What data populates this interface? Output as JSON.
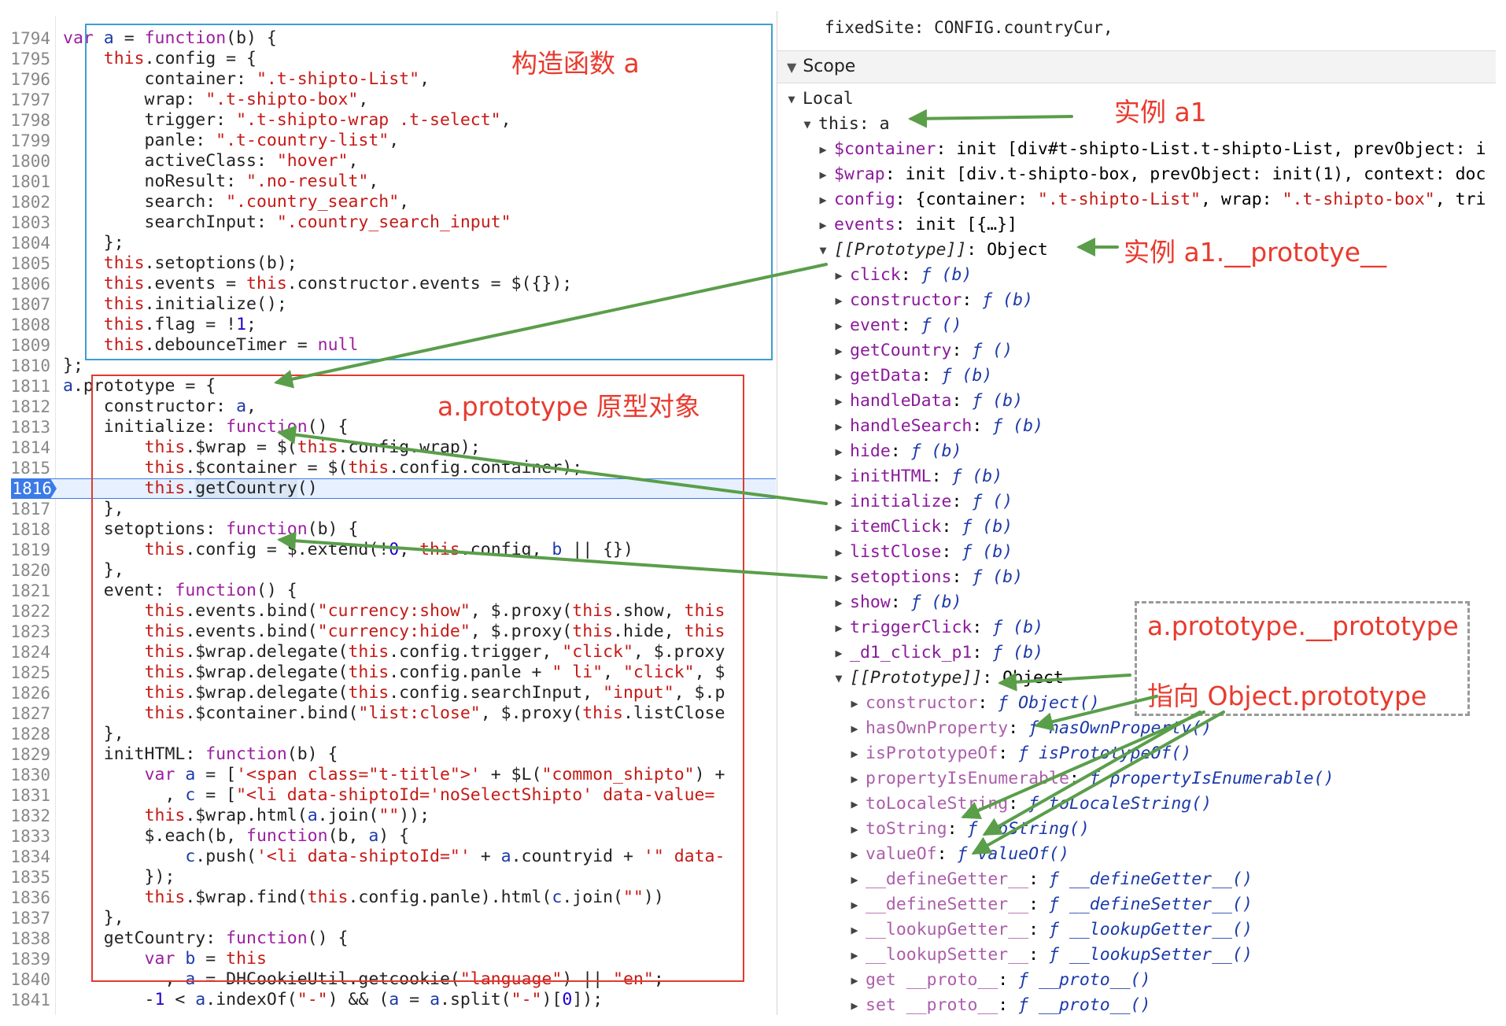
{
  "code_editor": {
    "lines": [
      {
        "n": "1794",
        "html": "<span class='kw'>var</span> <span class='id'>a</span> = <span class='kw'>function</span>(b) {"
      },
      {
        "n": "1795",
        "html": "    <span class='tk'>this</span>.config = {"
      },
      {
        "n": "1796",
        "html": "        container: <span class='st'>\".t-shipto-List\"</span>,"
      },
      {
        "n": "1797",
        "html": "        wrap: <span class='st'>\".t-shipto-box\"</span>,"
      },
      {
        "n": "1798",
        "html": "        trigger: <span class='st'>\".t-shipto-wrap .t-select\"</span>,"
      },
      {
        "n": "1799",
        "html": "        panle: <span class='st'>\".t-country-list\"</span>,"
      },
      {
        "n": "1800",
        "html": "        activeClass: <span class='st'>\"hover\"</span>,"
      },
      {
        "n": "1801",
        "html": "        noResult: <span class='st'>\".no-result\"</span>,"
      },
      {
        "n": "1802",
        "html": "        search: <span class='st'>\".country_search\"</span>,"
      },
      {
        "n": "1803",
        "html": "        searchInput: <span class='st'>\".country_search_input\"</span>"
      },
      {
        "n": "1804",
        "html": "    };"
      },
      {
        "n": "1805",
        "html": "    <span class='tk'>this</span>.setoptions(b);"
      },
      {
        "n": "1806",
        "html": "    <span class='tk'>this</span>.events = <span class='tk'>this</span>.constructor.events = $({});"
      },
      {
        "n": "1807",
        "html": "    <span class='tk'>this</span>.initialize();"
      },
      {
        "n": "1808",
        "html": "    <span class='tk'>this</span>.flag = !<span class='nm'>1</span>;"
      },
      {
        "n": "1809",
        "html": "    <span class='tk'>this</span>.debounceTimer = <span class='kw'>null</span>"
      },
      {
        "n": "1810",
        "html": "};"
      },
      {
        "n": "1811",
        "html": "<span class='id'>a</span>.prototype = {"
      },
      {
        "n": "1812",
        "html": "    constructor: <span class='id'>a</span>,"
      },
      {
        "n": "1813",
        "html": "    initialize: <span class='kw'>function</span>() {"
      },
      {
        "n": "1814",
        "html": "        <span class='tk'>this</span>.$wrap = $(<span class='tk'>this</span>.config.wrap);"
      },
      {
        "n": "1815",
        "html": "        <span class='tk'>this</span>.$container = $(<span class='tk'>this</span>.config.container);"
      },
      {
        "n": "1816",
        "html": "        <span class='tk'>this</span>.<span class='hl'>getCountry</span>()",
        "exec": true
      },
      {
        "n": "1817",
        "html": "    },"
      },
      {
        "n": "1818",
        "html": "    setoptions: <span class='kw'>function</span>(b) {"
      },
      {
        "n": "1819",
        "html": "        <span class='tk'>this</span>.config = $.extend(!<span class='nm'>0</span>, <span class='tk'>this</span>.config, <span class='id'>b</span> || {})"
      },
      {
        "n": "1820",
        "html": "    },"
      },
      {
        "n": "1821",
        "html": "    event: <span class='kw'>function</span>() {"
      },
      {
        "n": "1822",
        "html": "        <span class='tk'>this</span>.events.bind(<span class='st'>\"currency:show\"</span>, $.proxy(<span class='tk'>this</span>.show, <span class='tk'>this</span>"
      },
      {
        "n": "1823",
        "html": "        <span class='tk'>this</span>.events.bind(<span class='st'>\"currency:hide\"</span>, $.proxy(<span class='tk'>this</span>.hide, <span class='tk'>this</span>"
      },
      {
        "n": "1824",
        "html": "        <span class='tk'>this</span>.$wrap.delegate(<span class='tk'>this</span>.config.trigger, <span class='st'>\"click\"</span>, $.proxy"
      },
      {
        "n": "1825",
        "html": "        <span class='tk'>this</span>.$wrap.delegate(<span class='tk'>this</span>.config.panle + <span class='st'>\" li\"</span>, <span class='st'>\"click\"</span>, $"
      },
      {
        "n": "1826",
        "html": "        <span class='tk'>this</span>.$wrap.delegate(<span class='tk'>this</span>.config.searchInput, <span class='st'>\"input\"</span>, $.p"
      },
      {
        "n": "1827",
        "html": "        <span class='tk'>this</span>.$container.bind(<span class='st'>\"list:close\"</span>, $.proxy(<span class='tk'>this</span>.listClose"
      },
      {
        "n": "1828",
        "html": "    },"
      },
      {
        "n": "1829",
        "html": "    initHTML: <span class='kw'>function</span>(b) {"
      },
      {
        "n": "1830",
        "html": "        <span class='kw'>var</span> <span class='id'>a</span> = [<span class='st'>'&lt;span class=\"t-title\"&gt;'</span> + $L(<span class='st'>\"common_shipto\"</span>) +"
      },
      {
        "n": "1831",
        "html": "          , <span class='id'>c</span> = [<span class='st'>\"&lt;li data-shiptoId='noSelectShipto' data-value=</span>"
      },
      {
        "n": "1832",
        "html": "        <span class='tk'>this</span>.$wrap.html(<span class='id'>a</span>.join(<span class='st'>\"\"</span>));"
      },
      {
        "n": "1833",
        "html": "        $.each(b, <span class='kw'>function</span>(b, <span class='id'>a</span>) {"
      },
      {
        "n": "1834",
        "html": "            <span class='id'>c</span>.push(<span class='st'>'&lt;li data-shiptoId=\"'</span> + <span class='id'>a</span>.countryid + <span class='st'>'\" data-</span>"
      },
      {
        "n": "1835",
        "html": "        });"
      },
      {
        "n": "1836",
        "html": "        <span class='tk'>this</span>.$wrap.find(<span class='tk'>this</span>.config.panle).html(<span class='id'>c</span>.join(<span class='st'>\"\"</span>))"
      },
      {
        "n": "1837",
        "html": "    },"
      },
      {
        "n": "1838",
        "html": "    getCountry: <span class='kw'>function</span>() {"
      },
      {
        "n": "1839",
        "html": "        <span class='kw'>var</span> <span class='id'>b</span> = <span class='tk'>this</span>"
      },
      {
        "n": "1840",
        "html": "          , <span class='id'>a</span> = DHCookieUtil.getcookie(<span class='st'>\"language\"</span>) || <span class='st'>\"en\"</span>;"
      },
      {
        "n": "1841",
        "html": "        -<span class='nm'>1</span> &lt; <span class='id'>a</span>.indexOf(<span class='st'>\"-\"</span>) &amp;&amp; (<span class='id'>a</span> = <span class='id'>a</span>.split(<span class='st'>\"-\"</span>)[<span class='nm'>0</span>]);"
      }
    ]
  },
  "debugger": {
    "top_line": "fixedSite: CONFIG.countryCur,",
    "scope_title": "Scope",
    "tree": [
      {
        "d": 0,
        "a": "▼",
        "t": "Local",
        "c": "v"
      },
      {
        "d": 1,
        "a": "▼",
        "t": "this: a",
        "c": "v"
      },
      {
        "d": 2,
        "a": "▶",
        "t": "<span class='k'>$container</span>: init [div#t-shipto-List.t-shipto-List, prevObject: i"
      },
      {
        "d": 2,
        "a": "▶",
        "t": "<span class='k'>$wrap</span>: init [div.t-shipto-box, prevObject: init(1), context: doc"
      },
      {
        "d": 2,
        "a": "▶",
        "t": "<span class='k'>config</span>: {container: <span class='vs'>\".t-shipto-List\"</span>, wrap: <span class='vs'>\".t-shipto-box\"</span>, tri"
      },
      {
        "d": 2,
        "a": "▶",
        "t": "<span class='k'>events</span>: init [{…}]"
      },
      {
        "d": 2,
        "a": "▼",
        "t": "<span class='kd fi'>[[Prototype]]</span>: Object"
      },
      {
        "d": 3,
        "a": "▶",
        "t": "<span class='k'>click</span>: <span class='f'>ƒ (b)</span>"
      },
      {
        "d": 3,
        "a": "▶",
        "t": "<span class='k'>constructor</span>: <span class='f'>ƒ (b)</span>"
      },
      {
        "d": 3,
        "a": "▶",
        "t": "<span class='k'>event</span>: <span class='f'>ƒ ()</span>"
      },
      {
        "d": 3,
        "a": "▶",
        "t": "<span class='k'>getCountry</span>: <span class='f'>ƒ ()</span>"
      },
      {
        "d": 3,
        "a": "▶",
        "t": "<span class='k'>getData</span>: <span class='f'>ƒ (b)</span>"
      },
      {
        "d": 3,
        "a": "▶",
        "t": "<span class='k'>handleData</span>: <span class='f'>ƒ (b)</span>"
      },
      {
        "d": 3,
        "a": "▶",
        "t": "<span class='k'>handleSearch</span>: <span class='f'>ƒ (b)</span>"
      },
      {
        "d": 3,
        "a": "▶",
        "t": "<span class='k'>hide</span>: <span class='f'>ƒ (b)</span>"
      },
      {
        "d": 3,
        "a": "▶",
        "t": "<span class='k'>initHTML</span>: <span class='f'>ƒ (b)</span>"
      },
      {
        "d": 3,
        "a": "▶",
        "t": "<span class='k'>initialize</span>: <span class='f'>ƒ ()</span>"
      },
      {
        "d": 3,
        "a": "▶",
        "t": "<span class='k'>itemClick</span>: <span class='f'>ƒ (b)</span>"
      },
      {
        "d": 3,
        "a": "▶",
        "t": "<span class='k'>listClose</span>: <span class='f'>ƒ (b)</span>"
      },
      {
        "d": 3,
        "a": "▶",
        "t": "<span class='k'>setoptions</span>: <span class='f'>ƒ (b)</span>"
      },
      {
        "d": 3,
        "a": "▶",
        "t": "<span class='k'>show</span>: <span class='f'>ƒ (b)</span>"
      },
      {
        "d": 3,
        "a": "▶",
        "t": "<span class='k'>triggerClick</span>: <span class='f'>ƒ (b)</span>"
      },
      {
        "d": 3,
        "a": "▶",
        "t": "<span class='k'>_d1_click_p1</span>: <span class='f'>ƒ (b)</span>"
      },
      {
        "d": 3,
        "a": "▼",
        "t": "<span class='kd fi'>[[Prototype]]</span>: Object"
      },
      {
        "d": 4,
        "a": "▶",
        "t": "<span class='kd'>constructor</span>: <span class='f'>ƒ Object()</span>"
      },
      {
        "d": 4,
        "a": "▶",
        "t": "<span class='kd'>hasOwnProperty</span>: <span class='f'>ƒ hasOwnProperty()</span>"
      },
      {
        "d": 4,
        "a": "▶",
        "t": "<span class='kd'>isPrototypeOf</span>: <span class='f'>ƒ isPrototypeOf()</span>"
      },
      {
        "d": 4,
        "a": "▶",
        "t": "<span class='kd'>propertyIsEnumerable</span>: <span class='f'>ƒ propertyIsEnumerable()</span>"
      },
      {
        "d": 4,
        "a": "▶",
        "t": "<span class='kd'>toLocaleString</span>: <span class='f'>ƒ toLocaleString()</span>"
      },
      {
        "d": 4,
        "a": "▶",
        "t": "<span class='kd'>toString</span>: <span class='f'>ƒ toString()</span>"
      },
      {
        "d": 4,
        "a": "▶",
        "t": "<span class='kd'>valueOf</span>: <span class='f'>ƒ valueOf()</span>"
      },
      {
        "d": 4,
        "a": "▶",
        "t": "<span class='kd'>__defineGetter__</span>: <span class='f'>ƒ __defineGetter__()</span>"
      },
      {
        "d": 4,
        "a": "▶",
        "t": "<span class='kd'>__defineSetter__</span>: <span class='f'>ƒ __defineSetter__()</span>"
      },
      {
        "d": 4,
        "a": "▶",
        "t": "<span class='kd'>__lookupGetter__</span>: <span class='f'>ƒ __lookupGetter__()</span>"
      },
      {
        "d": 4,
        "a": "▶",
        "t": "<span class='kd'>__lookupSetter__</span>: <span class='f'>ƒ __lookupSetter__()</span>"
      },
      {
        "d": 4,
        "a": "▶",
        "t": "<span class='kd'>get __proto__</span>: <span class='f'>ƒ __proto__()</span>"
      },
      {
        "d": 4,
        "a": "▶",
        "t": "<span class='kd'>set __proto__</span>: <span class='f'>ƒ __proto__()</span>"
      }
    ]
  },
  "annotations": {
    "constructor_a": "构造函数 a",
    "prototype_object": "a.prototype 原型对象",
    "instance_a1": "实例 a1",
    "instance_proto": "实例 a1.__prototye__",
    "proto_hl": "a.prototype",
    "proto_rest": ".__prototype",
    "points_to": "指向 Object.prototype"
  },
  "colors": {
    "annotation": "#e83b2e",
    "arrow": "#5a9e4a",
    "blue_box": "#3d9ed6",
    "red_box": "#e03a2f"
  }
}
